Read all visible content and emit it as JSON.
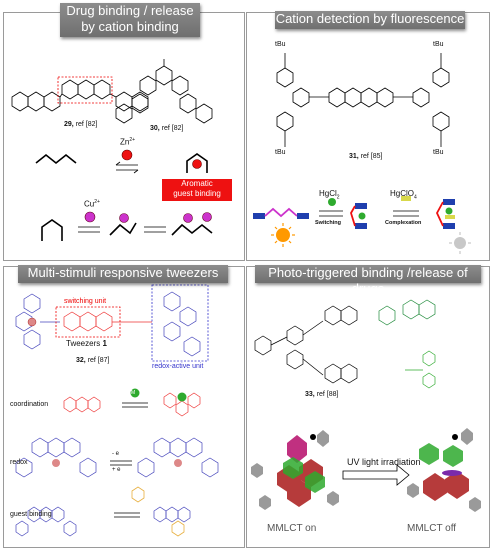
{
  "panels": {
    "p1": {
      "title_line1": "Drug binding / release",
      "title_line2": "by cation binding",
      "compound_a_num": "29,",
      "compound_a_ref": "ref [82]",
      "compound_b_num": "30,",
      "compound_b_ref": "ref [82]",
      "zn_label": "Zn",
      "zn_charge": "2+",
      "cu_label": "Cu",
      "cu_charge": "2+",
      "aromatic_line1": "Aromatic",
      "aromatic_line2": "guest binding"
    },
    "p2": {
      "title": "Cation detection by fluorescence",
      "tbu_label": "tBu",
      "compound_num": "31,",
      "compound_ref": "ref [85]",
      "hgcl_label": "HgCl",
      "hgcl_sub": "2",
      "hgclo_label": "HgClO",
      "hgclo_sub": "4",
      "switching_label": "Switching",
      "complexation_label": "Complexation"
    },
    "p3": {
      "title": "Multi-stimuli responsive tweezers",
      "switching_unit": "switching unit",
      "redox_unit": "redox-active unit",
      "tweezers_label": "Tweezers",
      "tweezers_num": "1",
      "compound_num": "32,",
      "compound_ref": "ref [87]",
      "coordination_label": "coordination",
      "redox_label": "redox",
      "guest_binding_label": "guest binding",
      "minus_e": "- e",
      "plus_e": "+ e",
      "metal_symbol": "M"
    },
    "p4": {
      "title": "Photo-triggered binding /release of drugs",
      "compound_num": "33,",
      "compound_ref": "ref [88]",
      "uv_label": "UV light irradiation",
      "mmlct_on": "MMLCT on",
      "mmlct_off": "MMLCT off"
    }
  },
  "colors": {
    "banner_gray": "#7f7f7f",
    "red": "#ee1111",
    "magenta": "#cc33cc",
    "blue": "#1f3fae",
    "green": "#2eaa2e",
    "orange": "#ff9900"
  }
}
